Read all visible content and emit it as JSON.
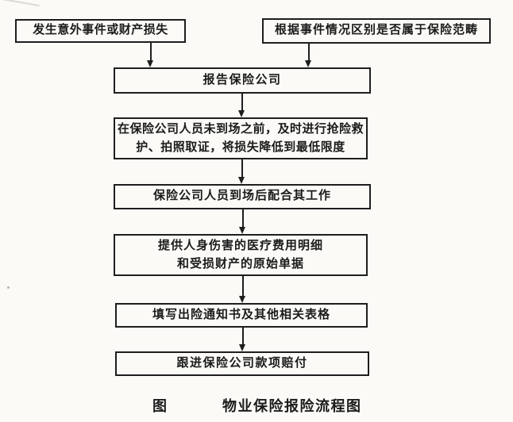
{
  "colors": {
    "ink": "#1e1e1e",
    "paper": "#fbfaf7"
  },
  "flowchart": {
    "boxes": {
      "incident": "发生意外事件或财产损失",
      "classify": "根据事件情况区别是否属于保险范畴",
      "report": "报告保险公司",
      "rescue": [
        "在保险公司人员未到场之前，及时进行抢险救",
        "护、拍照取证，将损失降低到最低限度"
      ],
      "cooperate": "保险公司人员到场后配合其工作",
      "documents": [
        "提供人身伤害的医疗费用明细",
        "和受损财产的原始单据"
      ],
      "forms": "填写出险通知书及其他相关表格",
      "payment": "跟进保险公司款项赔付"
    },
    "caption": {
      "figure_label": "图",
      "title": "物业保险报险流程图"
    }
  }
}
